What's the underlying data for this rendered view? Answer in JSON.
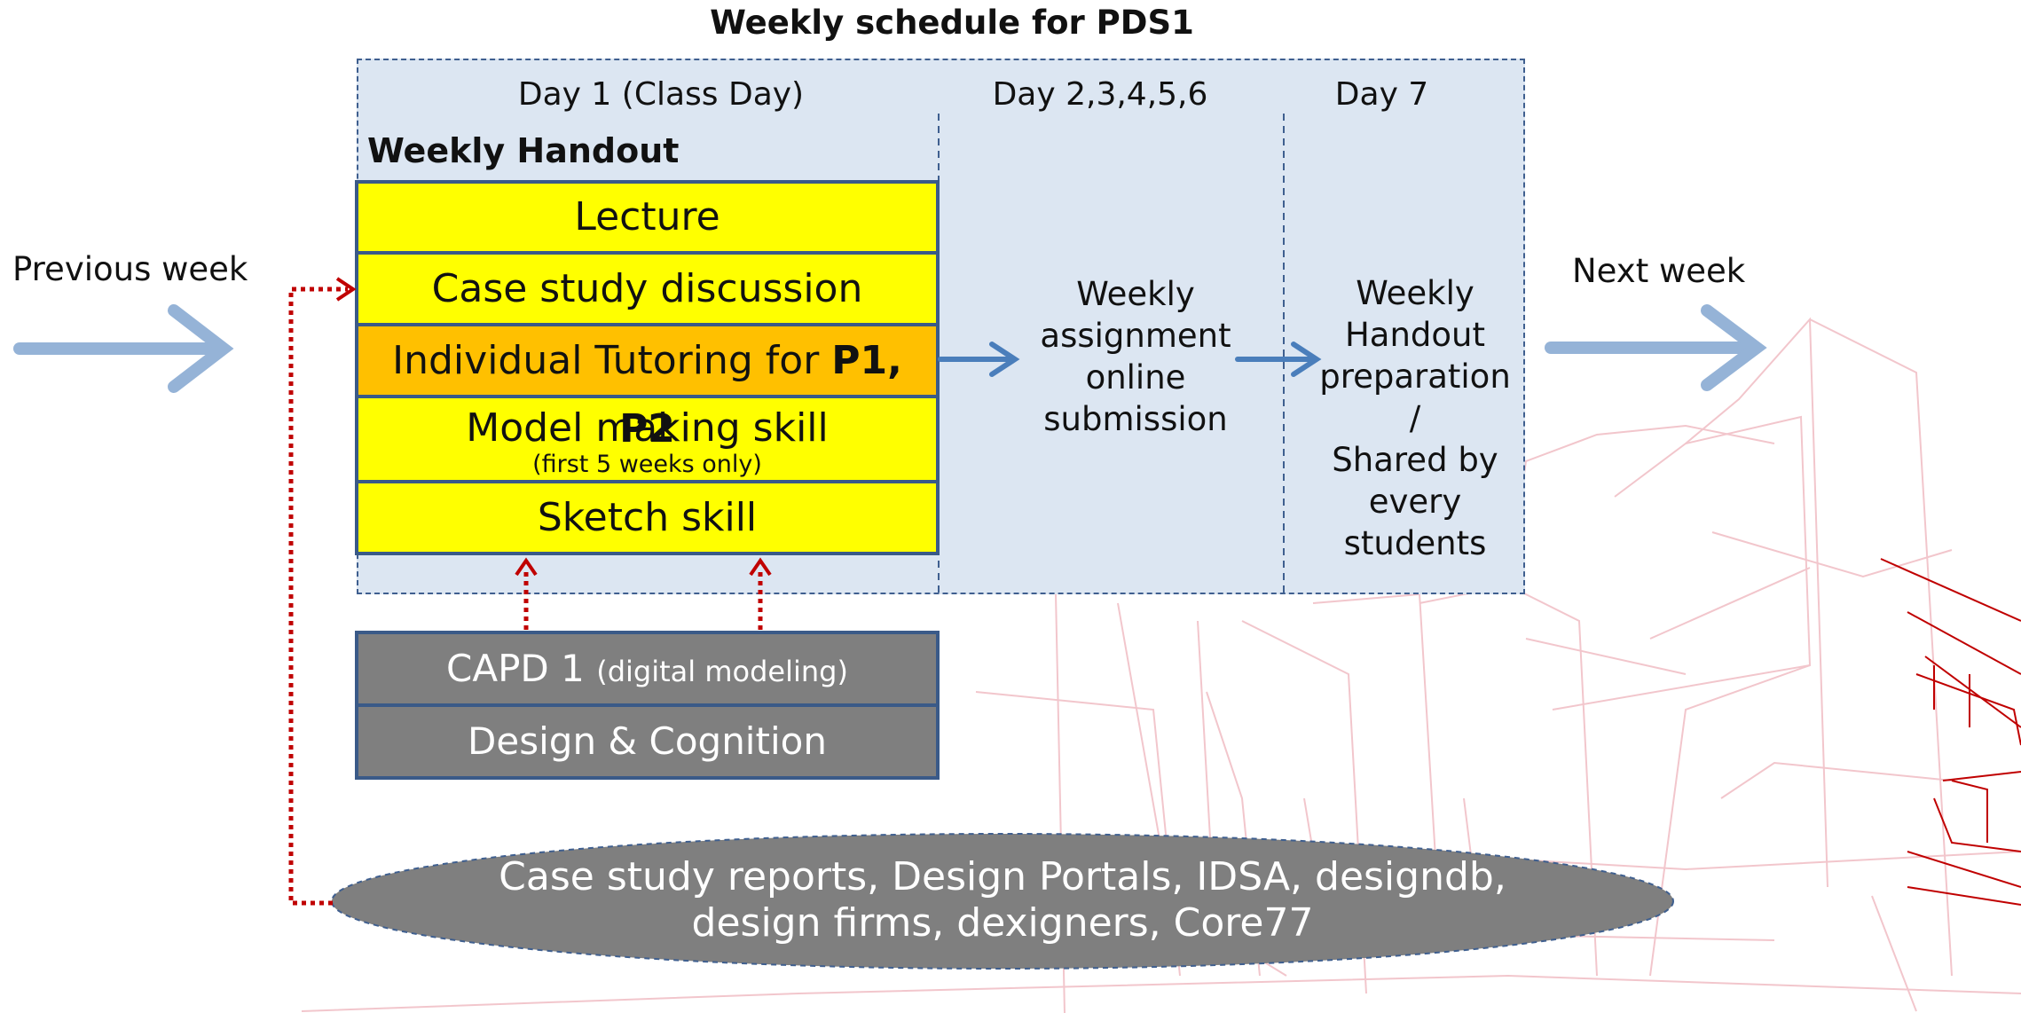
{
  "title": "Weekly schedule for PDS1",
  "days": {
    "day1": "Day 1 (Class Day)",
    "day2": "Day 2,3,4,5,6",
    "day7": "Day 7"
  },
  "handout_label": "Weekly Handout",
  "handout_items": {
    "lecture": "Lecture",
    "case_study": "Case study discussion",
    "tutoring_prefix": "Individual Tutoring for ",
    "tutoring_bold": "P1, P2",
    "model_making": "Model making skill",
    "model_making_note": "(first 5 weeks only)",
    "sketch": "Sketch skill"
  },
  "support": {
    "capd": "CAPD 1",
    "capd_note": "(digital modeling)",
    "cognition": "Design & Cognition"
  },
  "day2_text": [
    "Weekly",
    "assignment",
    "online",
    "submission"
  ],
  "day7_text": [
    "Weekly",
    "Handout",
    "preparation",
    "/",
    "Shared by",
    "every",
    "students"
  ],
  "previous_week": "Previous week",
  "next_week": "Next week",
  "resources": [
    "Case study reports, Design Portals, IDSA, designdb,",
    "design firms, dexigners, Core77"
  ],
  "colors": {
    "panel": "#dce6f2",
    "yellow": "#ffff00",
    "orange": "#ffc000",
    "gray": "#7f7f7f",
    "arrow_blue": "#95b3d7",
    "arrow_dark": "#4a7ebb",
    "dotted_red": "#c00000"
  }
}
